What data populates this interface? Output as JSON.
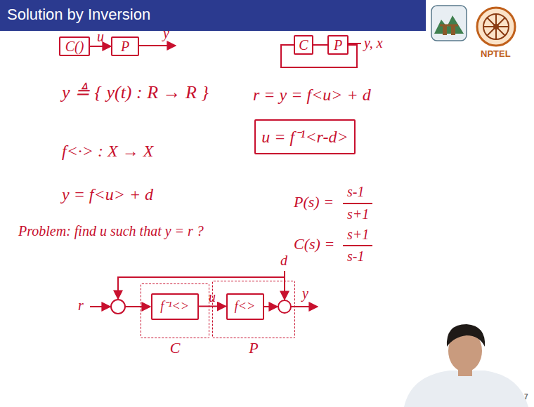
{
  "diagram": {
    "title": "Solution by Inversion",
    "nodes": [
      {
        "text": [
          "C()"
        ]
      },
      {
        "text": [
          "P"
        ]
      },
      {
        "text": [
          "C"
        ]
      },
      {
        "text": [
          "P"
        ]
      },
      {
        "text": [
          "u = f⁻¹<r-d>"
        ]
      },
      {
        "text": [
          "C"
        ]
      },
      {
        "text": [
          "f⁻¹<>"
        ],
        "in": 5
      },
      {
        "text": [
          "P"
        ]
      },
      {
        "text": [
          "f<>"
        ],
        "in": 7
      }
    ],
    "edges": [
      {
        "from": 0,
        "to": 1,
        "label": "u",
        "arrow": "to"
      },
      {
        "from": 2,
        "to": 3,
        "arrow": "none"
      },
      {
        "from": 3,
        "to": 2,
        "arrow": "none"
      },
      {
        "from": 6,
        "to": 8,
        "label": "u",
        "arrow": "to"
      }
    ],
    "labels": [
      "y",
      "y, x",
      "y ≜ { y(t) : R → R }",
      "r = y = f<u> + d",
      "f<·> : X → X",
      "P(s) =",
      "s-1",
      "s+1",
      "y = f<u> + d",
      "C(s) =",
      "s+1",
      "s-1",
      "Problem: find u such that y = r ?",
      "d",
      "r",
      "y",
      "NPTEL",
      "7"
    ]
  }
}
